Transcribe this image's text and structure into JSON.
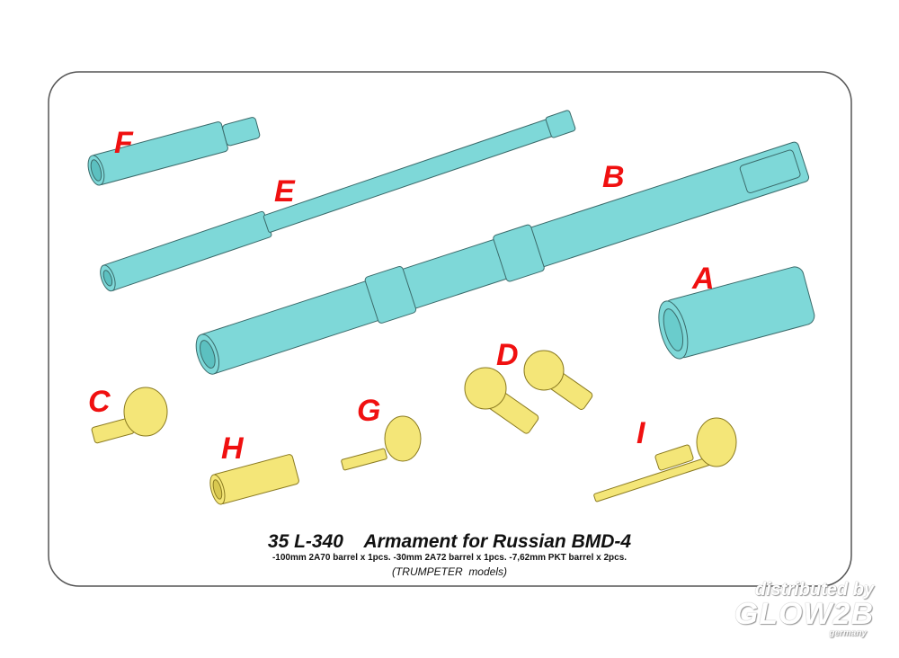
{
  "parts": {
    "labels": [
      "A",
      "B",
      "C",
      "D",
      "E",
      "F",
      "G",
      "H",
      "I"
    ]
  },
  "caption": {
    "title": "35 L-340    Armament for Russian BMD-4",
    "subtitle": "-100mm 2A70 barrel x 1pcs. -30mm 2A72 barrel x 1pcs. -7,62mm PKT barrel x 2pcs.",
    "models": "(TRUMPETER  models)"
  },
  "watermark": {
    "line1": "distributed by",
    "brand": "GLOW2B",
    "country": "germany"
  },
  "colors": {
    "cyan_part": "#7ed8d8",
    "yellow_part": "#f4e678",
    "label_red": "#f01010",
    "outline": "#444444"
  }
}
